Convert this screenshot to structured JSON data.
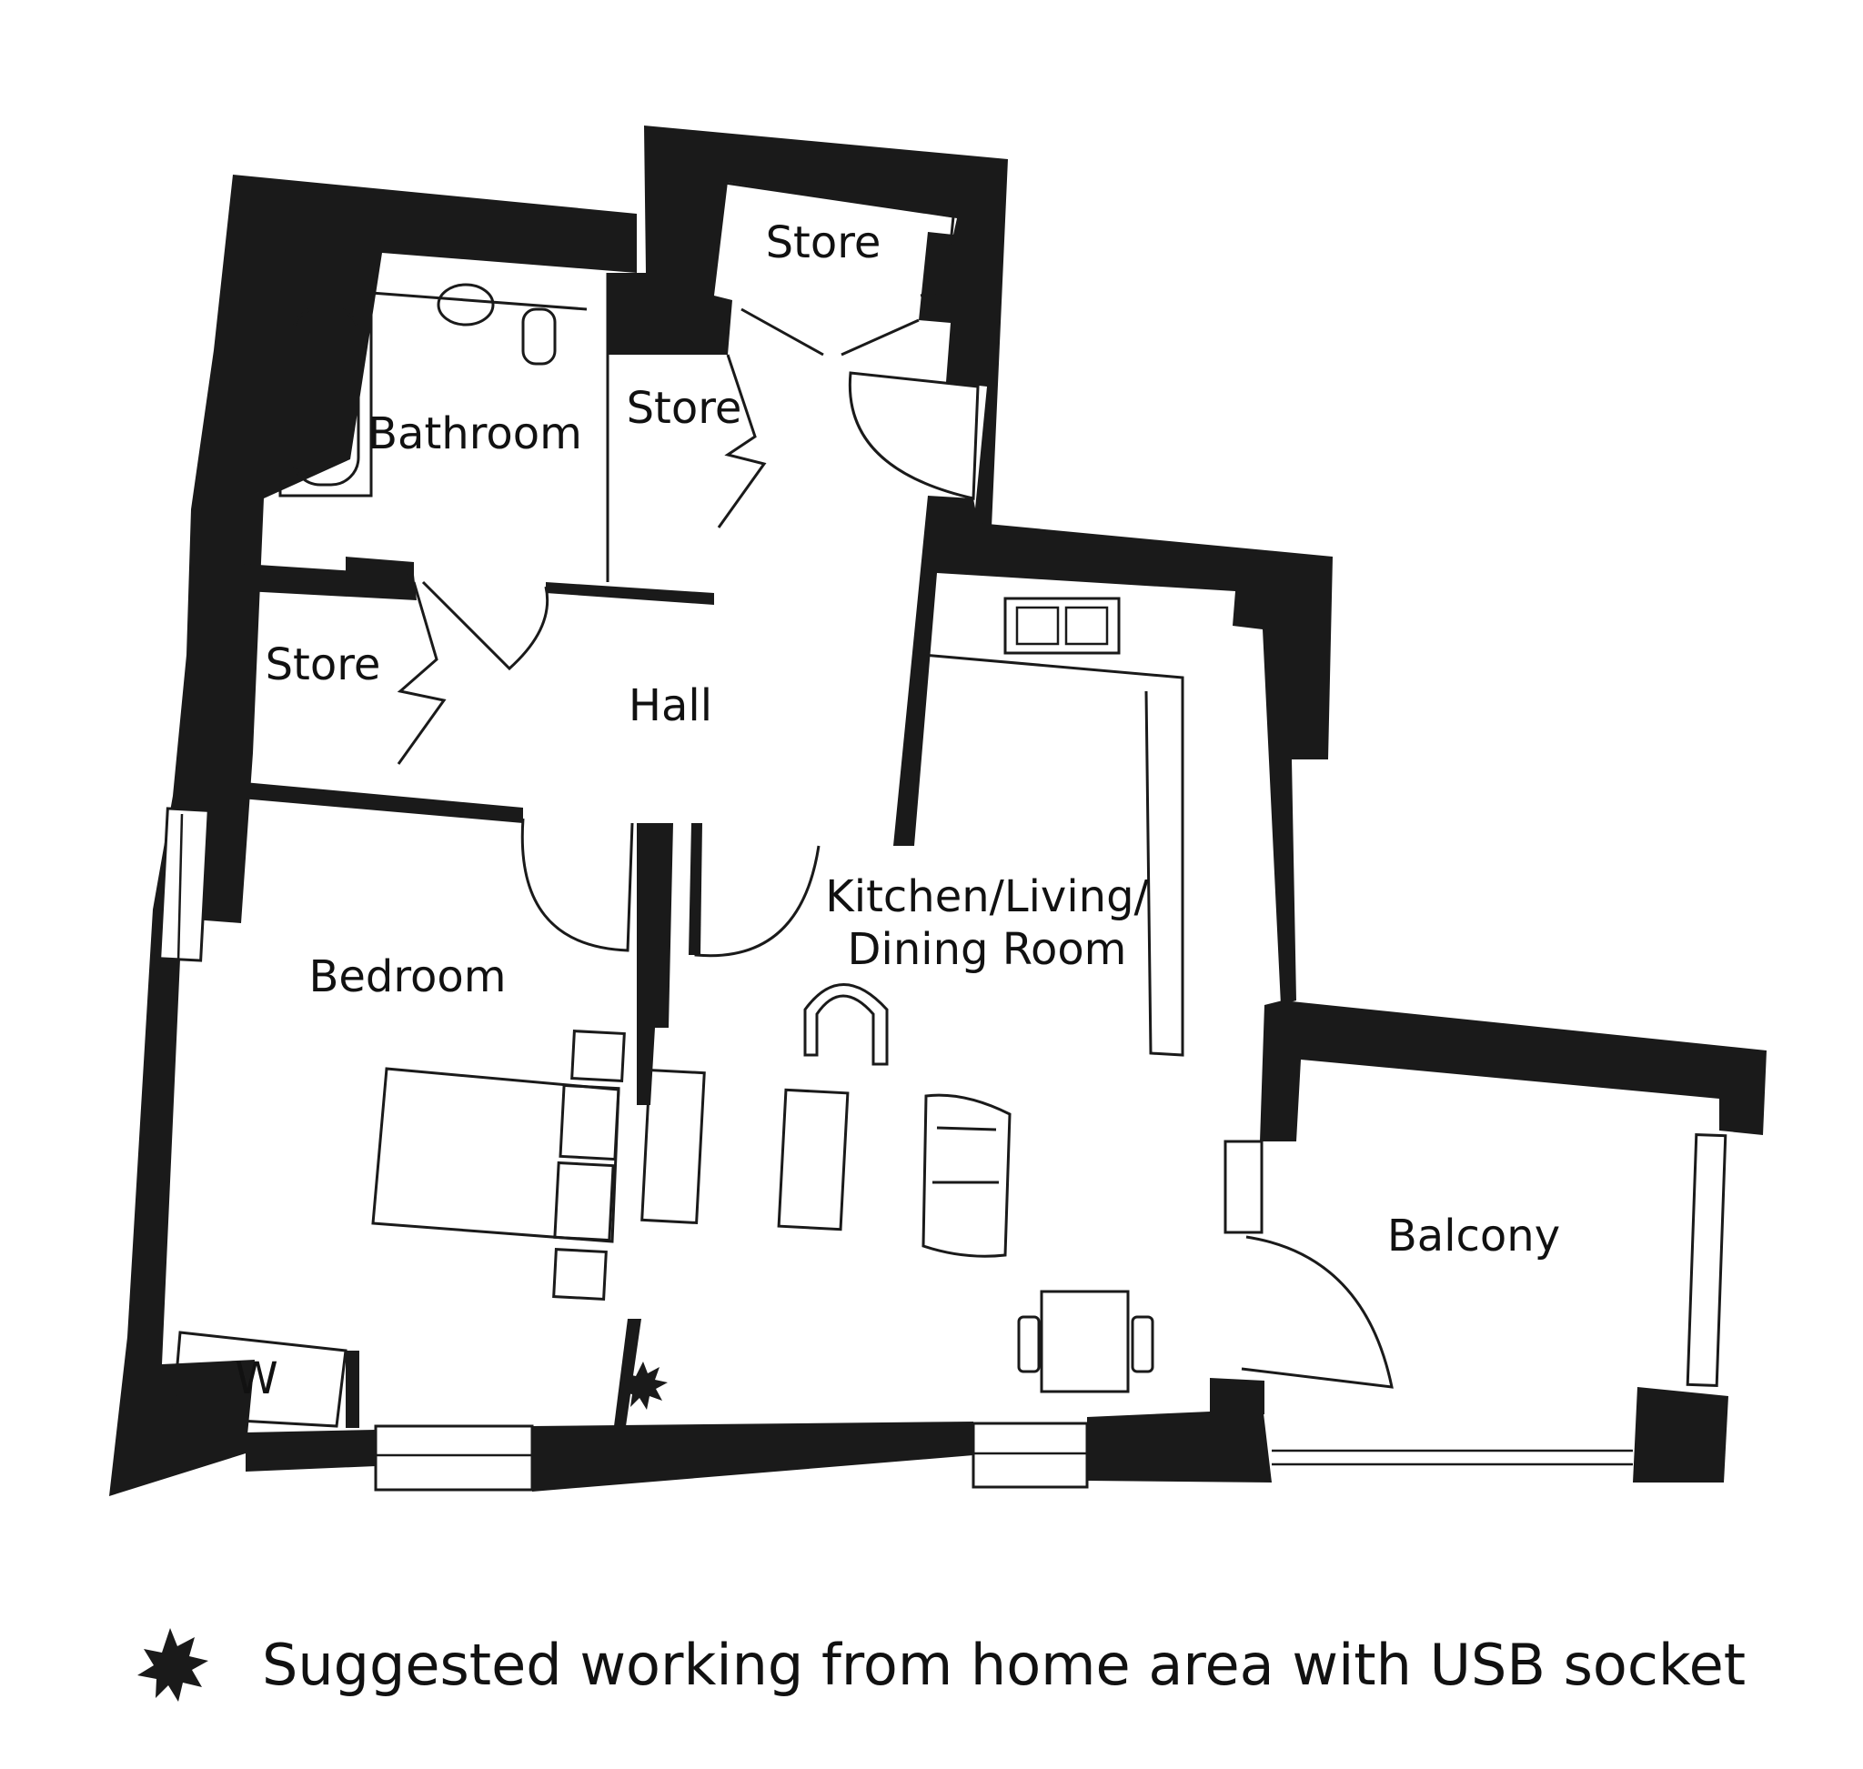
{
  "rooms": {
    "store_top": "Store",
    "store_middle": "Store",
    "bathroom": "Bathroom",
    "store_left": "Store",
    "hall": "Hall",
    "kitchen_line1": "Kitchen/Living/",
    "kitchen_line2": "Dining Room",
    "bedroom": "Bedroom",
    "balcony": "Balcony",
    "wardrobe": "W"
  },
  "legend": {
    "icon": "star-burst-icon",
    "text": "Suggested working from home area with USB socket"
  },
  "colors": {
    "wall": "#1a1a1a",
    "background": "#ffffff"
  }
}
